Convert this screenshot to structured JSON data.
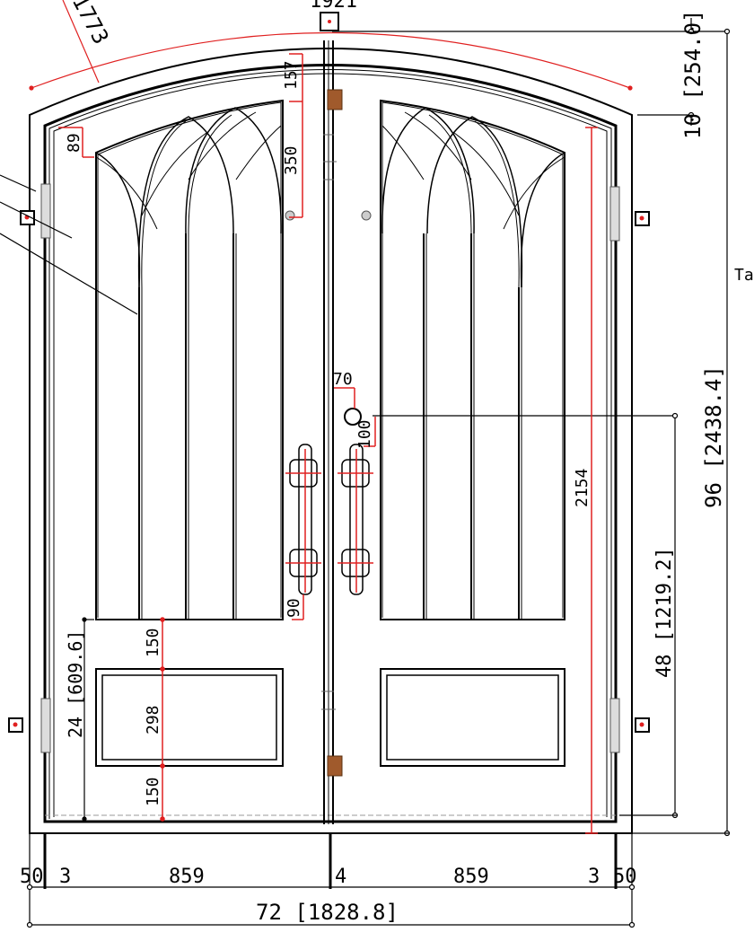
{
  "labels": {
    "arc_length": "1773",
    "top_width": "1921",
    "arch_rise": "10 [254.0]",
    "total_height": "96 [2438.4]",
    "handle_height": "48 [1219.2]",
    "panel_height": "24 [609.6]",
    "total_width": "72 [1828.8]",
    "side_label": "Ta",
    "arch_offset": "157",
    "gothic_depth": "350",
    "top_gap": "89",
    "knocker_offset_x": "70",
    "knocker_offset_y": "100",
    "inner_height": "2154",
    "handle_gap": "90",
    "rail_top": "150",
    "panel_inner": "298",
    "rail_bottom": "150",
    "bottom_left_frame": "50",
    "bottom_left_gap": "3",
    "leaf_left": "859",
    "center_gap": "4",
    "leaf_right": "859",
    "bottom_right_gap": "3",
    "bottom_right_frame": "50"
  },
  "colors": {
    "line": "#000000",
    "dimension": "#e02020",
    "hardware": "#a05a2c"
  }
}
